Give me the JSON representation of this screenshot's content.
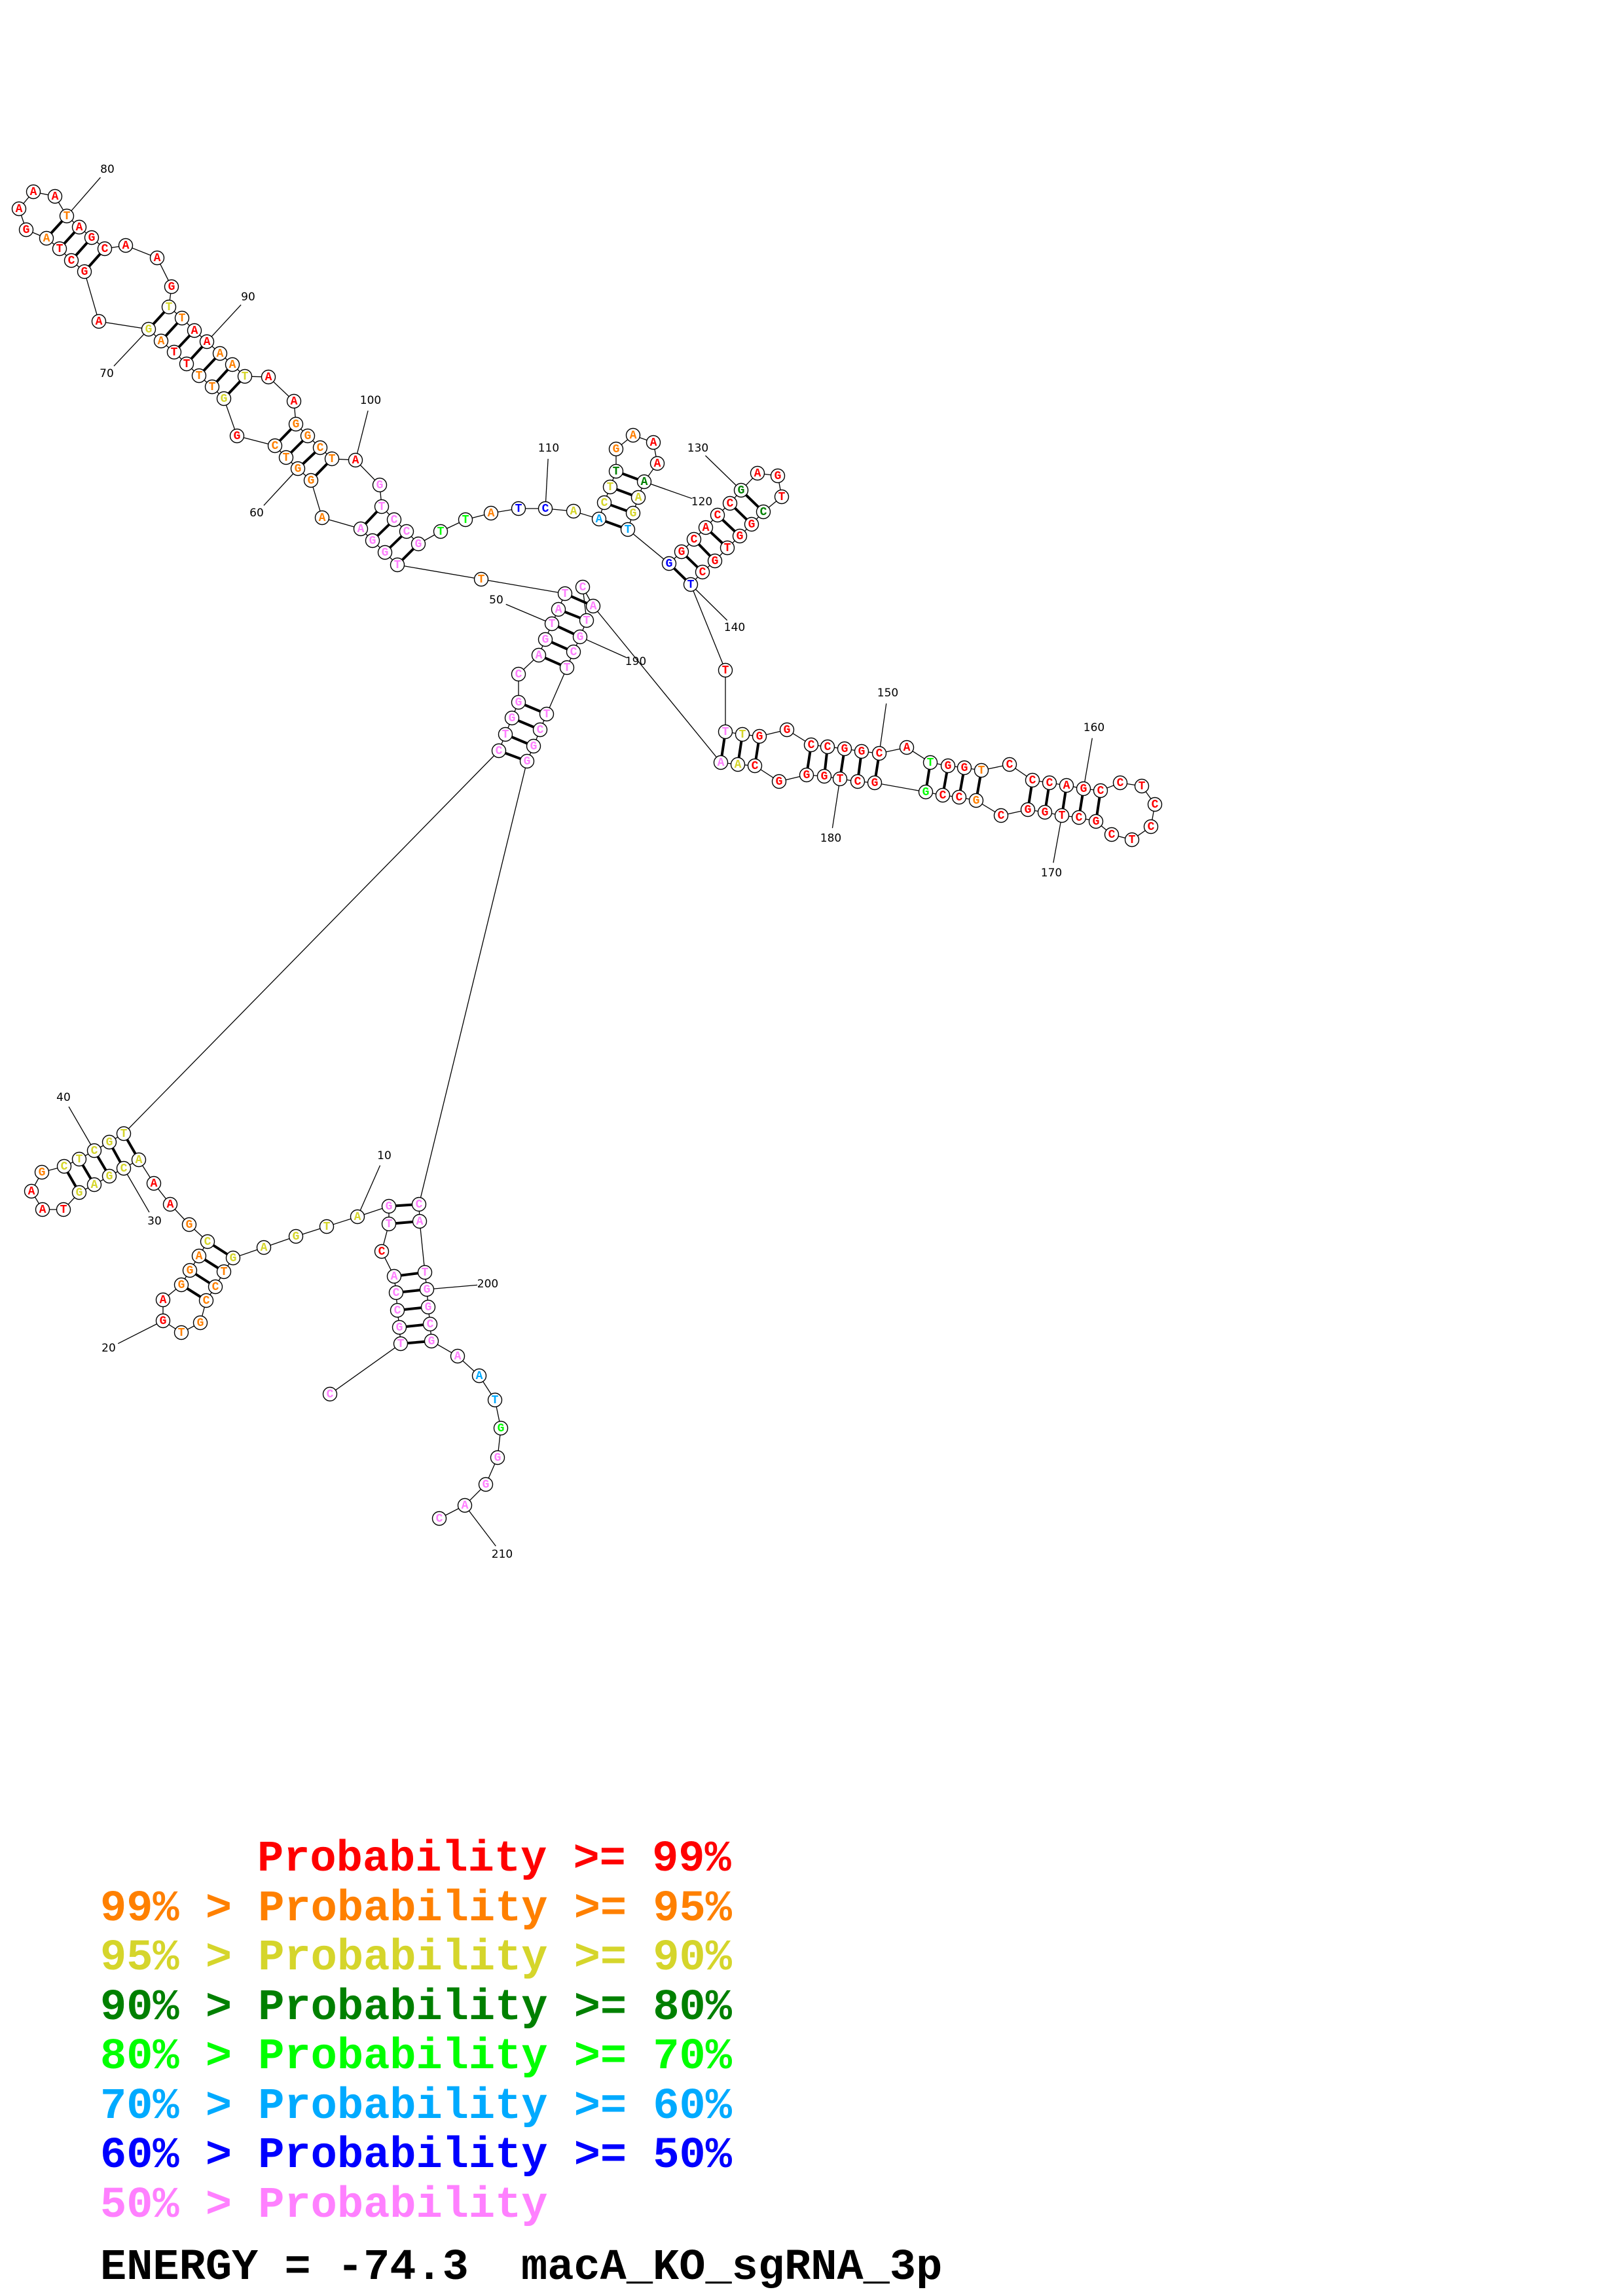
{
  "structure": {
    "sequence": "CTGCCACTGATGAGTCCGTGAGGACGAAACGAGTAAGCTCGTCTGGCAGTATTTGGAAGGTCGGTTTTAGAGCTAGAAATAGCAAGTTAAAATAAGGCTAGTCCGTTATCAACTTGAAAAAGTGGCACCGAGTCGGTGCTTTTGGCCGGCATGGTCCCAGCCTCCTCGCTGGCGCCGGCTGGGCAAACTGCTTCGGCATGGCGAATGGGAC",
    "probability_class": "PPPPPPRPPYYYYYOOOOORROOOYORRYYYYYRRROYYYYYPPPPPPPPPPOPPPPOOOOORYOORROYRRRRORRRRORRRRRRYORROOYRROOOORPPPPPGGOBBYLYYDOORRDYYLBRRRRRDRRRDRRRRRBRPYRRRRRRRRGRRORRRRRRRRRRRRRRRRRRORRGRRRRRRRYPPPPPPPPPPPPPPPPPPPLLGPPPP",
    "pairs": [
      [
        2,
        203
      ],
      [
        3,
        202
      ],
      [
        4,
        201
      ],
      [
        5,
        200
      ],
      [
        6,
        199
      ],
      [
        8,
        198
      ],
      [
        9,
        197
      ],
      [
        14,
        25
      ],
      [
        15,
        24
      ],
      [
        16,
        23
      ],
      [
        17,
        22
      ],
      [
        29,
        42
      ],
      [
        30,
        41
      ],
      [
        31,
        40
      ],
      [
        32,
        39
      ],
      [
        33,
        38
      ],
      [
        43,
        196
      ],
      [
        44,
        195
      ],
      [
        45,
        194
      ],
      [
        46,
        193
      ],
      [
        48,
        192
      ],
      [
        49,
        191
      ],
      [
        50,
        190
      ],
      [
        51,
        189
      ],
      [
        52,
        187
      ],
      [
        54,
        105
      ],
      [
        55,
        104
      ],
      [
        56,
        103
      ],
      [
        57,
        102
      ],
      [
        59,
        99
      ],
      [
        60,
        98
      ],
      [
        61,
        97
      ],
      [
        62,
        96
      ],
      [
        64,
        93
      ],
      [
        65,
        92
      ],
      [
        66,
        91
      ],
      [
        67,
        90
      ],
      [
        68,
        89
      ],
      [
        69,
        88
      ],
      [
        70,
        87
      ],
      [
        72,
        83
      ],
      [
        73,
        82
      ],
      [
        74,
        81
      ],
      [
        75,
        80
      ],
      [
        112,
        123
      ],
      [
        113,
        122
      ],
      [
        114,
        121
      ],
      [
        115,
        120
      ],
      [
        124,
        140
      ],
      [
        125,
        139
      ],
      [
        126,
        138
      ],
      [
        127,
        137
      ],
      [
        128,
        136
      ],
      [
        129,
        135
      ],
      [
        130,
        134
      ],
      [
        142,
        186
      ],
      [
        143,
        185
      ],
      [
        144,
        184
      ],
      [
        146,
        182
      ],
      [
        147,
        181
      ],
      [
        148,
        180
      ],
      [
        149,
        179
      ],
      [
        150,
        178
      ],
      [
        152,
        177
      ],
      [
        153,
        176
      ],
      [
        154,
        175
      ],
      [
        155,
        174
      ],
      [
        157,
        172
      ],
      [
        158,
        171
      ],
      [
        159,
        170
      ],
      [
        160,
        169
      ],
      [
        161,
        168
      ]
    ],
    "position_labels": [
      "10",
      "20",
      "30",
      "40",
      "50",
      "60",
      "70",
      "80",
      "90",
      "100",
      "110",
      "120",
      "130",
      "140",
      "150",
      "160",
      "170",
      "180",
      "190",
      "200",
      "210"
    ]
  },
  "probability_colors": {
    "R": "#ff0000",
    "O": "#ff8000",
    "Y": "#d5d52b",
    "D": "#008000",
    "G": "#00ff00",
    "L": "#00aaff",
    "B": "#0000ff",
    "P": "#ff80ff"
  },
  "legend": [
    {
      "text": "Probability >= 99%",
      "color": "#ff0000"
    },
    {
      "text": "99% > Probability >= 95%",
      "color": "#ff8000"
    },
    {
      "text": "95% > Probability >= 90%",
      "color": "#d5d52b"
    },
    {
      "text": "90% > Probability >= 80%",
      "color": "#008000"
    },
    {
      "text": "80% > Probability >= 70%",
      "color": "#00ff00"
    },
    {
      "text": "70% > Probability >= 60%",
      "color": "#00aaff"
    },
    {
      "text": "60% > Probability >= 50%",
      "color": "#0000ff"
    },
    {
      "text": "50% > Probability",
      "color": "#ff80ff"
    }
  ],
  "footer": {
    "energy": "ENERGY = -74.3",
    "sequence_name": "macA_KO_sgRNA_3p"
  }
}
